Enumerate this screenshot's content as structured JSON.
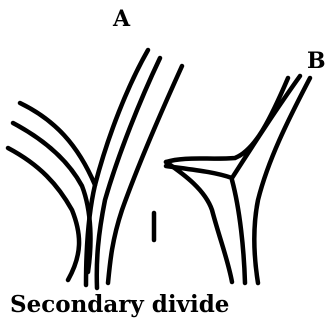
{
  "labels": {
    "a": "A",
    "b": "B"
  },
  "caption": "Secondary divide",
  "colors": {
    "ink": "#000000",
    "background": "#ffffff"
  }
}
